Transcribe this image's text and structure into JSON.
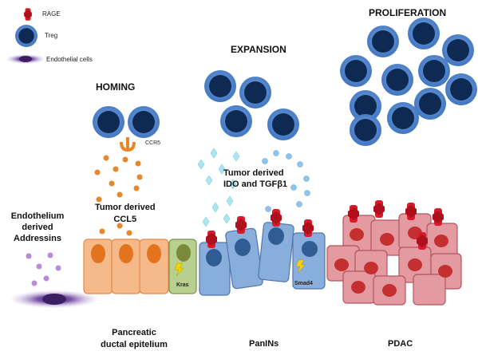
{
  "legend": {
    "rage": "RAGE",
    "treg": "Treg",
    "endothelial": "Endothelial cells"
  },
  "stages": {
    "homing": "HOMING",
    "expansion": "EXPANSION",
    "proliferation": "PROLIFERATION"
  },
  "labels": {
    "ccr5": "CCR5",
    "ccl5_line1": "Tumor derived",
    "ccl5_line2": "CCL5",
    "ido_line1": "Tumor derived",
    "ido_line2": "IDO and TGFβ1",
    "addressins_line1": "Endothelium",
    "addressins_line2": "derived",
    "addressins_line3": "Addressins",
    "kras": "Kras",
    "smad4": "Smad4"
  },
  "bottom": {
    "pancreatic_line1": "Pancreatic",
    "pancreatic_line2": "ductal epitelium",
    "panins": "PanINs",
    "pdac": "PDAC"
  },
  "colors": {
    "treg_outer": "#5b8fd6",
    "treg_inner": "#0f2a52",
    "rage": "#d91a2a",
    "ccl5_dot": "#e8872a",
    "ido_diamond": "#a9e6f2",
    "tgf_dot": "#8cc4ee",
    "addressin_dot": "#b88ad8",
    "epithelium": "#f6b98a",
    "epithelium_nucleus": "#e4731e",
    "kras_cell": "#b7cf8f",
    "kras_nucleus": "#7a8a3a",
    "panin_cell": "#8aaedb",
    "panin_nucleus": "#2f5d93",
    "pdac_cell": "#e39aa0",
    "pdac_nucleus": "#c4302f",
    "endothelial": "#6d4a94",
    "lightning": "#f5d400"
  }
}
